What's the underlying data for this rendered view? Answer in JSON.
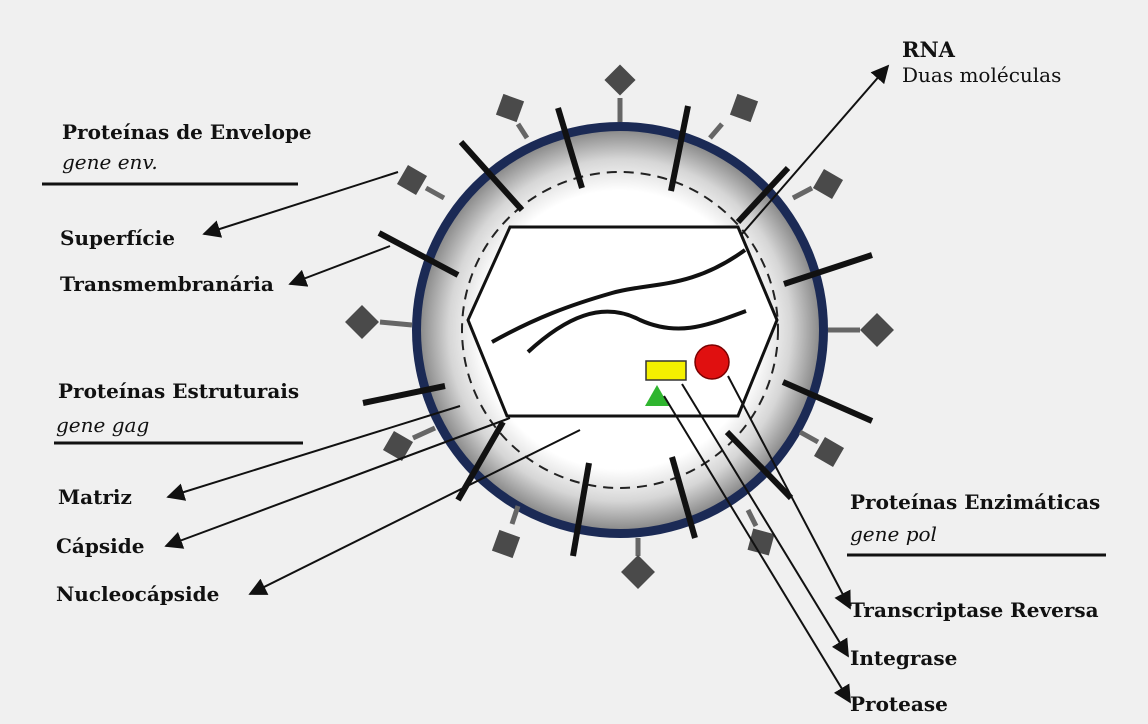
{
  "rna": {
    "title": "RNA",
    "subtitle": "Duas moléculas"
  },
  "envelope": {
    "heading": "Proteínas de Envelope",
    "gene": "gene env.",
    "items": [
      "Superfície",
      "Transmembranária"
    ]
  },
  "structural": {
    "heading": "Proteínas Estruturais",
    "gene": "gene gag",
    "items": [
      "Matriz",
      "Cápside",
      "Nucleocápside"
    ]
  },
  "enzymatic": {
    "heading": "Proteínas Enzimáticas",
    "gene": "gene pol",
    "items": [
      "Transcriptase Reversa",
      "Integrase",
      "Protease"
    ]
  },
  "colors": {
    "background": "#f0f0f0",
    "envelope_ring": "#1b2a55",
    "transcriptase": "#e01010",
    "integrase": "#f4f000",
    "protease": "#2fb52f",
    "glycoprotein": "#4a4a4a"
  }
}
